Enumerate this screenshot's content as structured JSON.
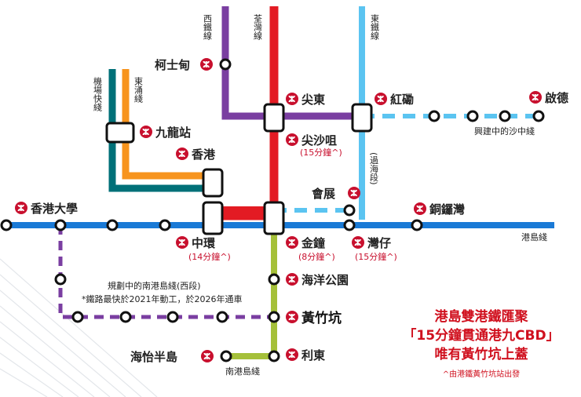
{
  "colors": {
    "island": "#1a7ad6",
    "tsuen_wan": "#e31b23",
    "west_rail": "#7a3ea1",
    "east_rail": "#5bc4f1",
    "airport_express": "#007078",
    "tung_chung": "#f7941d",
    "south_island": "#a5c03a",
    "planned": "#7a3ea1"
  },
  "lines": {
    "west_rail": "西鐵線",
    "tsuen_wan": "荃灣線",
    "east_rail": "東鐵線",
    "airport_express": "機場快綫",
    "tung_chung": "東涌綫",
    "island": "港島綫",
    "south_island": "南港島綫",
    "shatin_central": "興建中的沙中綫",
    "cross_harbour": "(過海段)"
  },
  "stations": {
    "kowloon_tong": "柯士甸",
    "east_tst": "尖東",
    "hung_hom": "紅磡",
    "ho_man_tin": "啟德",
    "kowloon": "九龍站",
    "tst": "尖沙咀",
    "tst_time": "(15分鐘^)",
    "hong_kong": "香港",
    "exhibition": "會展",
    "hku": "香港大學",
    "causeway_bay": "銅鑼灣",
    "central": "中環",
    "central_time": "(14分鐘^)",
    "admiralty": "金鐘",
    "admiralty_time": "(8分鐘^)",
    "wan_chai": "灣仔",
    "wan_chai_time": "(15分鐘^)",
    "ocean_park": "海洋公園",
    "wong_chuk_hang": "黃竹坑",
    "ap_lei_chau": "海怡半島",
    "lei_tung": "利東"
  },
  "planned_note": {
    "line1": "規劃中的南港島綫(西段)",
    "line2": "*鐵路最快於2021年動工，於2026年通車"
  },
  "promo": {
    "line1": "港島雙港鐵匯聚",
    "line2": "「15分鐘貫通港九CBD」",
    "line3": "唯有黃竹坑上蓋",
    "footnote": "^由港鐵黃竹坑站出發"
  }
}
